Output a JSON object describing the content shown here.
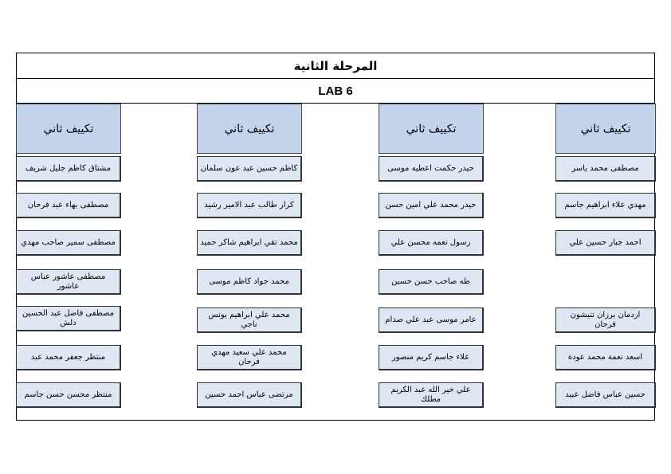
{
  "header": {
    "title": "المرحلة الثانية",
    "lab": "LAB 6"
  },
  "columns": [
    {
      "heading": "تكييف ثاني",
      "names": [
        "مشتاق كاظم جليل شريف",
        "مصطفى بهاء عبد فرحان",
        "مصطفى سمير صاحب مهدي",
        "مصطفى عاشور عباس عاشور",
        "مصطفى فاضل عبد الحسين دلش",
        "منتظر جعفر محمد عبد",
        "منتظر محسن حسن جاسم"
      ]
    },
    {
      "heading": "تكييف ثاني",
      "names": [
        "كاظم حسين عبد عون سلمان",
        "كرار طالب عبد الامير رشيد",
        "محمد تقي ابراهيم شاكر حميد",
        "محمد جواد كاظم موسى",
        "محمد علي ابراهيم يونس ناجي",
        "محمد علي سعيد مهدي فرحان",
        "مرتضى عباس احمد حسين"
      ]
    },
    {
      "heading": "تكييف ثاني",
      "names": [
        "حيدر حكمت اعطيه موسى",
        "حيدر محمد علي امين حسن",
        "رسول نعمه محسن علي",
        "طه صاحب حسن حسين",
        "عامر موسى عبد علي صدام",
        "علاء جاسم كريم منصور",
        "علي خير الله عبد الكريم مطلك"
      ]
    },
    {
      "heading": "تكييف ثاني",
      "names": [
        "مصطفى محمد ياسر",
        "مهدي علاء ابراهيم جاسم",
        "احمد جبار حسين علي",
        "",
        "اردمان برزان تتيشون فرحان",
        "اسعد نعمة محمد عودة",
        "حسين عباس فاضل عبيد"
      ]
    }
  ]
}
